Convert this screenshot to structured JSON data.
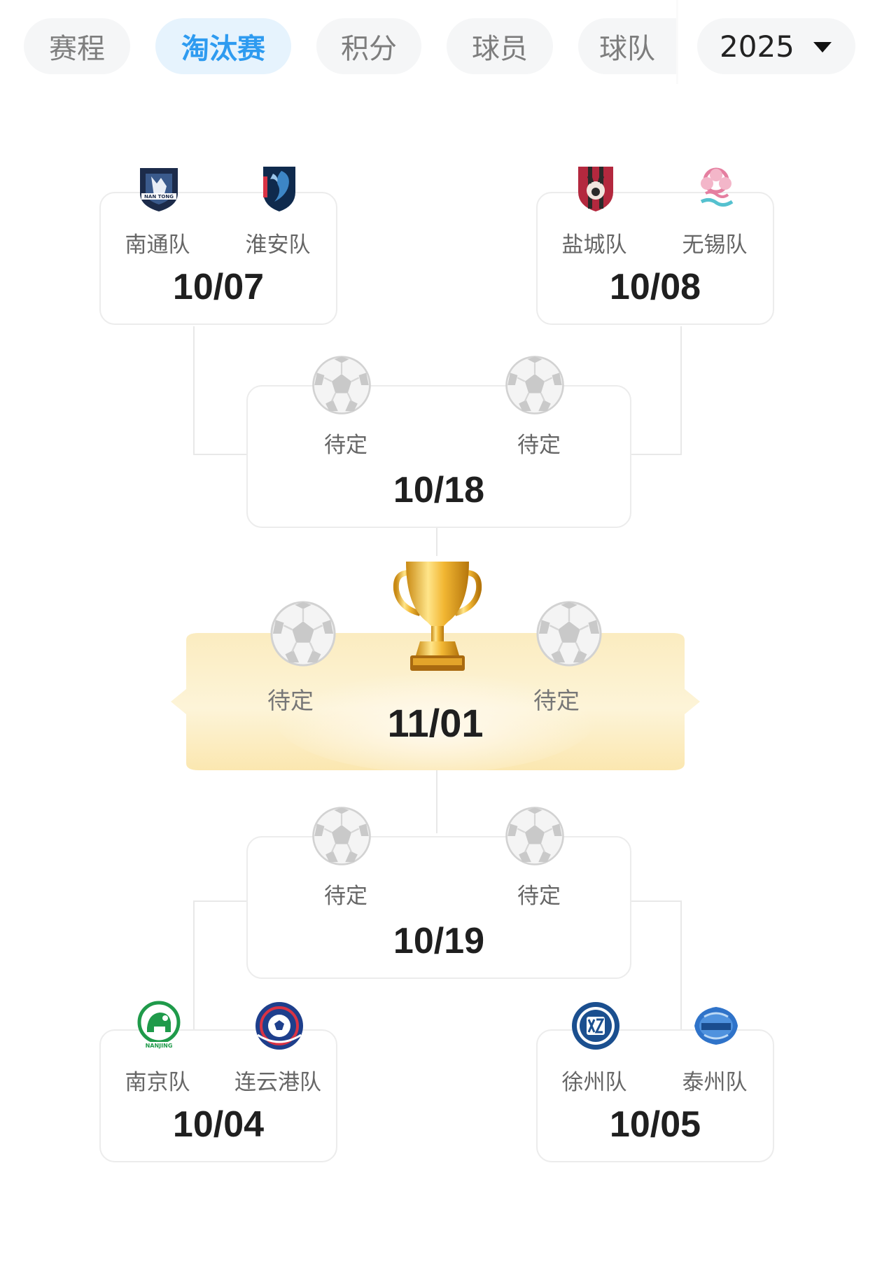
{
  "tabs": [
    {
      "label": "赛程"
    },
    {
      "label": "淘汰赛",
      "active": true
    },
    {
      "label": "积分"
    },
    {
      "label": "球员"
    },
    {
      "label": "球队"
    }
  ],
  "year_selector": {
    "value": "2025"
  },
  "colors": {
    "accent": "#2e9bf0",
    "final_bg": "#fdf1c9",
    "card_border": "#ececec"
  },
  "bracket": {
    "qf_top_left": {
      "home": "南通队",
      "away": "淮安队",
      "date": "10/07",
      "home_logo": "nantong-logo-icon",
      "away_logo": "huaian-logo-icon"
    },
    "qf_top_right": {
      "home": "盐城队",
      "away": "无锡队",
      "date": "10/08",
      "home_logo": "yancheng-logo-icon",
      "away_logo": "wuxi-logo-icon"
    },
    "sf_top": {
      "home": "待定",
      "away": "待定",
      "date": "10/18"
    },
    "final": {
      "home": "待定",
      "away": "待定",
      "date": "11/01",
      "icon": "trophy-icon"
    },
    "sf_bottom": {
      "home": "待定",
      "away": "待定",
      "date": "10/19"
    },
    "qf_bottom_left": {
      "home": "南京队",
      "away": "连云港队",
      "date": "10/04",
      "home_logo": "nanjing-logo-icon",
      "away_logo": "lianyungang-logo-icon"
    },
    "qf_bottom_right": {
      "home": "徐州队",
      "away": "泰州队",
      "date": "10/05",
      "home_logo": "xuzhou-logo-icon",
      "away_logo": "taizhou-logo-icon"
    }
  }
}
